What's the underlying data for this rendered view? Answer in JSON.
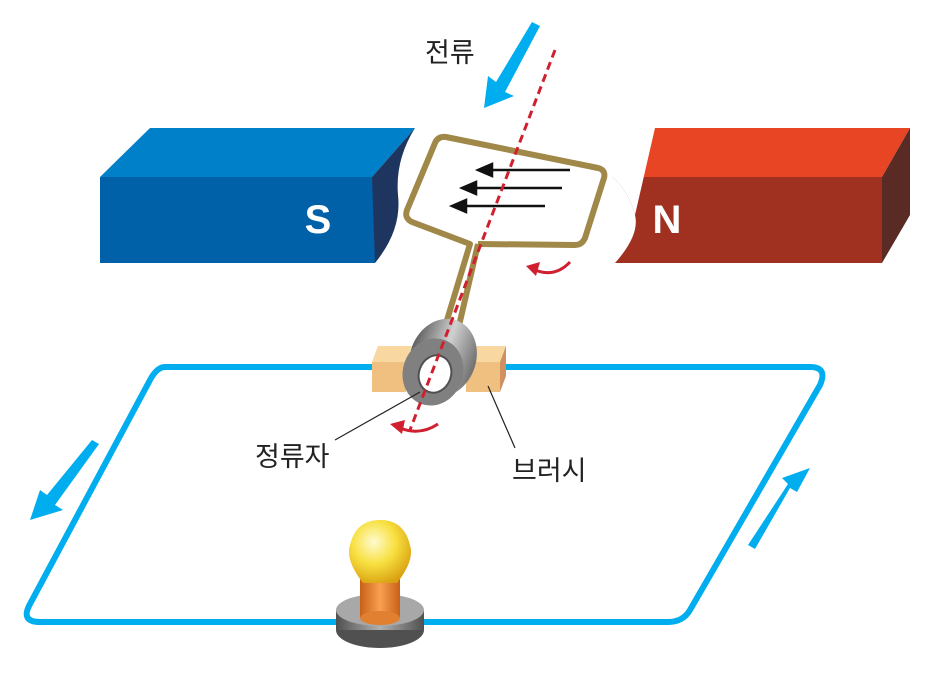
{
  "labels": {
    "current": "전류",
    "commutator": "정류자",
    "brush": "브러시",
    "south_pole": "S",
    "north_pole": "N"
  },
  "colors": {
    "wire": "#00AEEF",
    "magnet_s": "#0060A8",
    "magnet_n": "#A03020",
    "coil": "#A08848",
    "axis": "#D02030",
    "rotation_arrow": "#D02030"
  }
}
